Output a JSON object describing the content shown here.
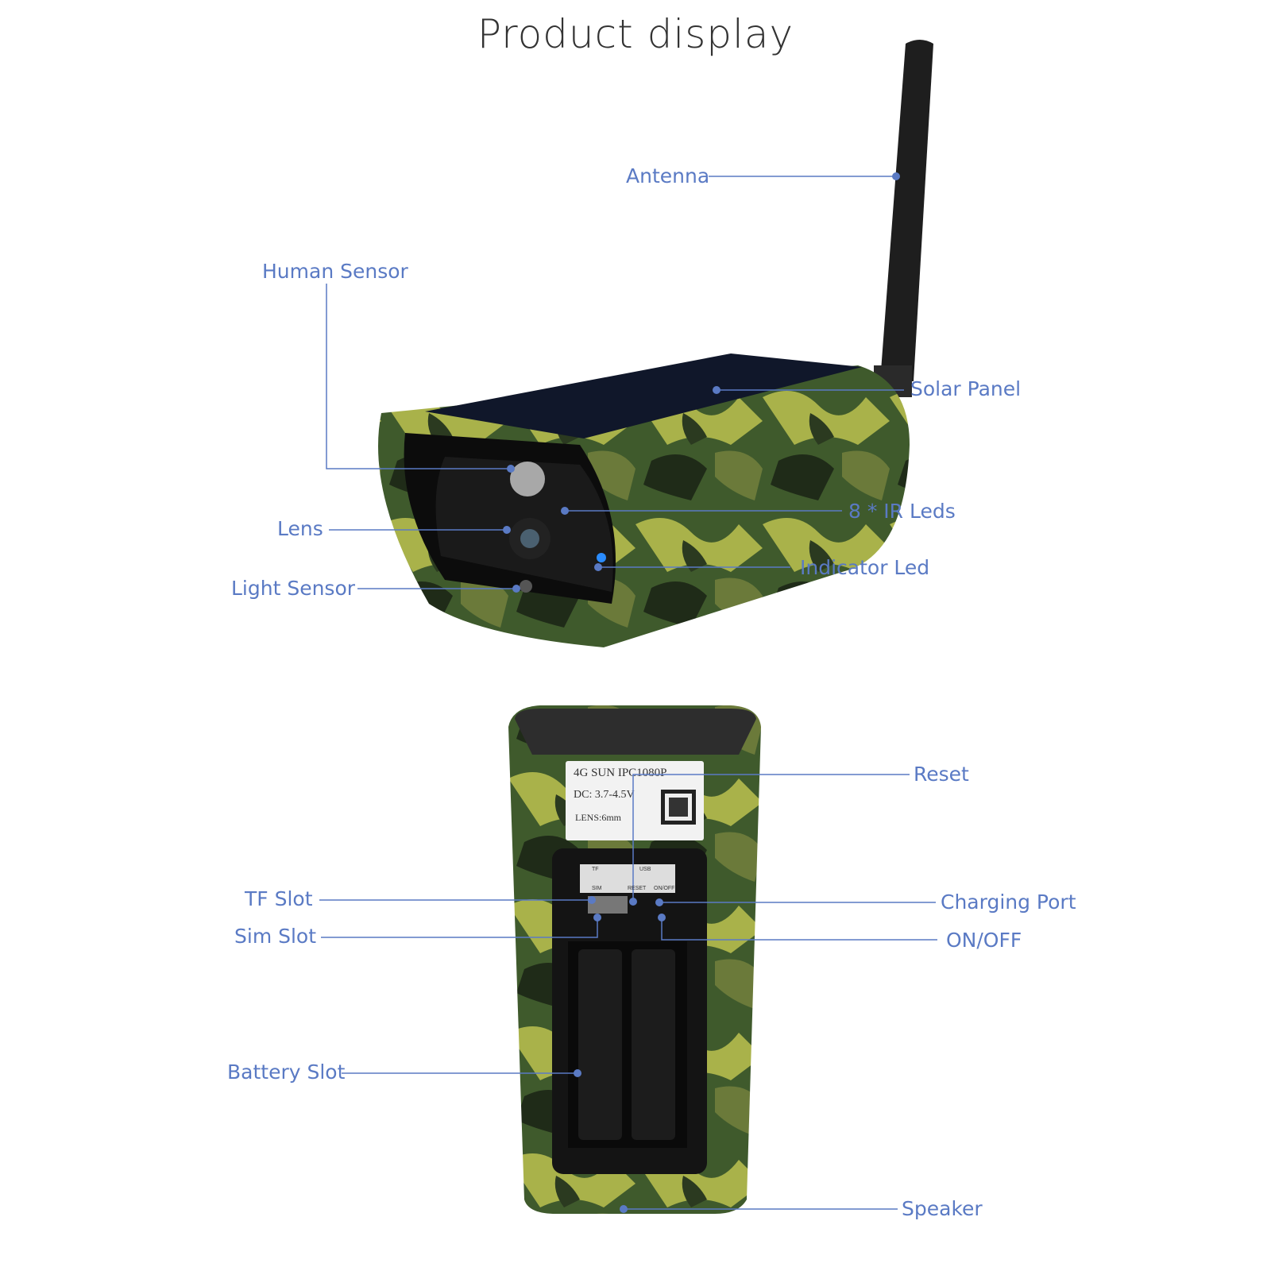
{
  "title": "Product display",
  "accent_color": "#5a7ac4",
  "labels": {
    "antenna": "Antenna",
    "human_sensor": "Human Sensor",
    "solar_panel": "Solar Panel",
    "ir_leds": "8 * IR Leds",
    "lens": "Lens",
    "indicator_led": "Indicator Led",
    "light_sensor": "Light Sensor",
    "reset": "Reset",
    "tf_slot": "TF Slot",
    "charging_port": "Charging Port",
    "sim_slot": "Sim Slot",
    "on_off": "ON/OFF",
    "battery_slot": "Battery Slot",
    "speaker": "Speaker"
  },
  "sticker": {
    "model": "4G SUN IPC1080P",
    "dc": "DC: 3.7-4.5V",
    "lens": "LENS:6mm",
    "port_labels": [
      "TF",
      "USB",
      "SIM",
      "RESET",
      "ON/OFF"
    ]
  }
}
